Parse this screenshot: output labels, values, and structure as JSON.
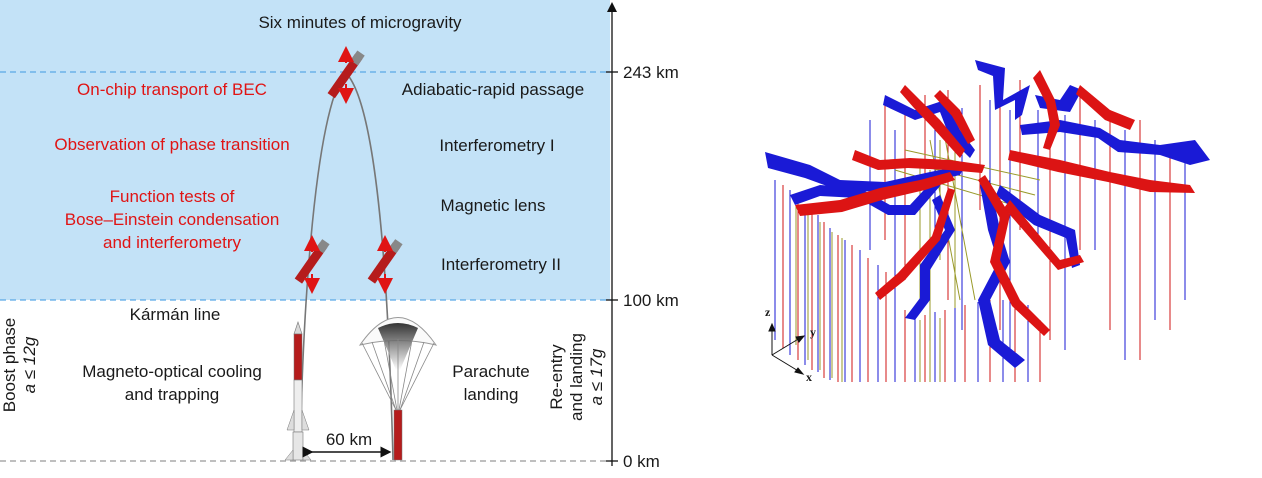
{
  "top_caption": "Six minutes of microgravity",
  "altitudes": {
    "apogee": "243 km",
    "karman": "100 km",
    "ground": "0 km"
  },
  "karman_label": "Kármán line",
  "left_experiments": {
    "transport": "On-chip transport of BEC",
    "phase": "Observation of phase transition",
    "tests_line1": "Function tests of",
    "tests_line2": "Bose–Einstein condensation",
    "tests_line3": "and interferometry"
  },
  "right_experiments": {
    "adiabatic": "Adiabatic-rapid passage",
    "interf1": "Interferometry I",
    "lens": "Magnetic lens",
    "interf2": "Interferometry II"
  },
  "ground_phase": {
    "mot_line1": "Magneto-optical cooling",
    "mot_line2": "and trapping",
    "para_line1": "Parachute",
    "para_line2": "landing",
    "distance": "60 km"
  },
  "boost": {
    "line1": "Boost phase",
    "line2": "a ≤ 12g"
  },
  "reentry": {
    "line1": "Re-entry",
    "line2": "and landing",
    "line3": "a ≤ 17g"
  },
  "axes3d": {
    "z": "z",
    "y": "y",
    "x": "x"
  },
  "colors": {
    "sky": "#c3e2f7",
    "accent_red": "#e01414",
    "ribbon_blue": "#1a1ad6",
    "ribbon_red": "#dc1414",
    "wire_olive": "#9a9a2a"
  }
}
